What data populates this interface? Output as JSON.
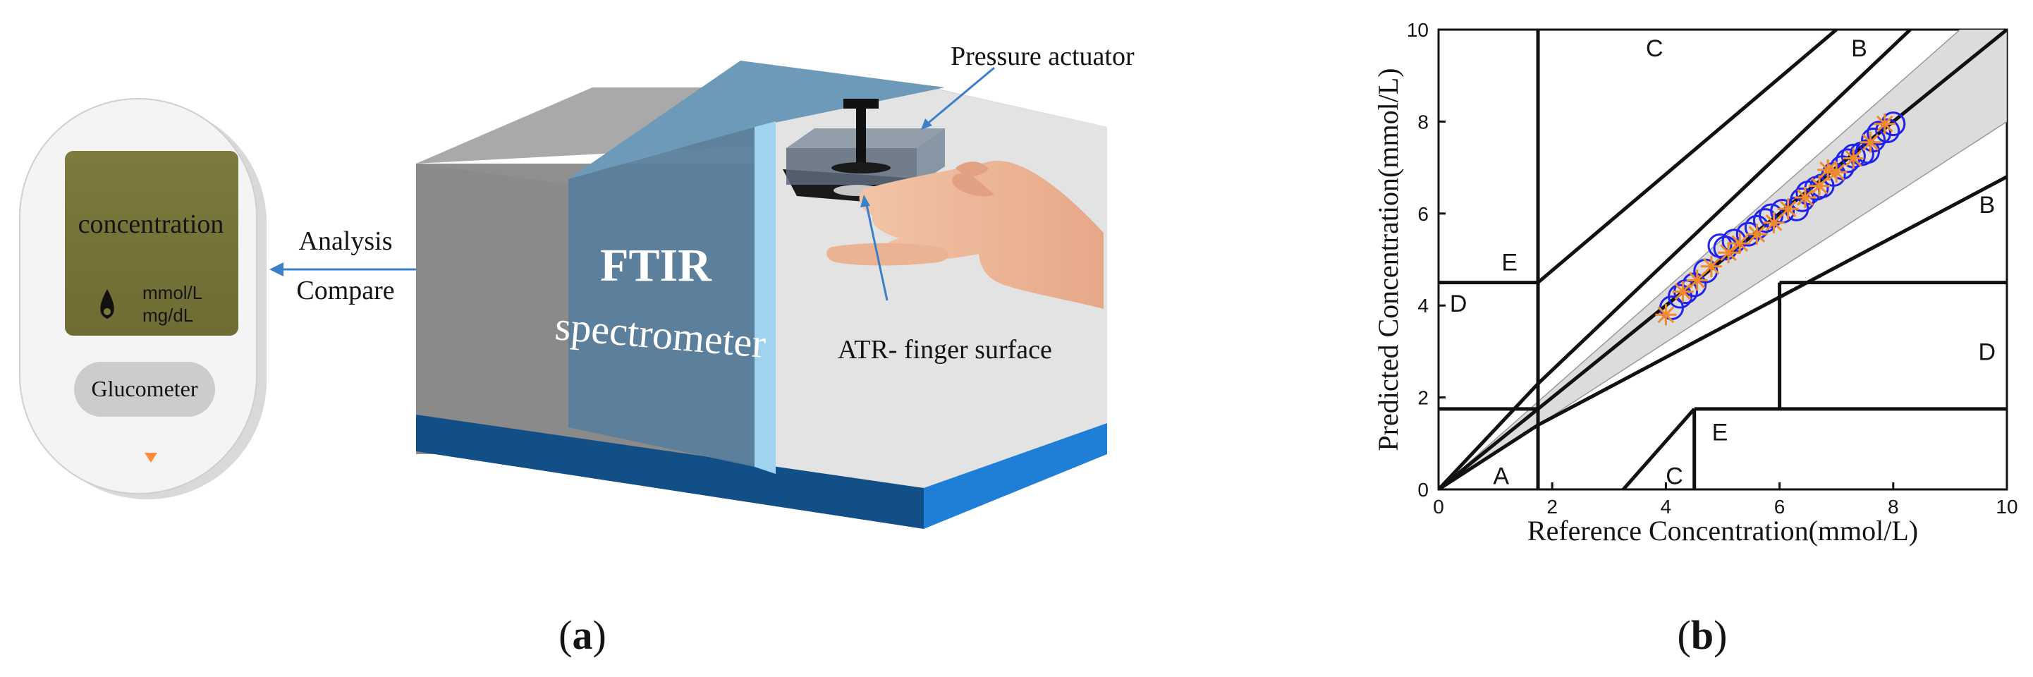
{
  "diagram": {
    "glucometer": {
      "screen_text": "concentration",
      "unit_mmol": "mmol/L",
      "unit_mg": "mg/dL",
      "button_label": "Glucometer"
    },
    "arrow_labels": {
      "top": "Analysis",
      "bottom": "Compare"
    },
    "spectrometer": {
      "title": "FTIR",
      "subtitle": "spectrometer"
    },
    "callouts": {
      "pressure": "Pressure actuator",
      "atr": "ATR- finger surface"
    },
    "panel_labels": {
      "a": "a",
      "b": "b"
    }
  },
  "chart_data": {
    "type": "scatter",
    "title": "",
    "xlabel": "Reference Concentration(mmol/L)",
    "ylabel": "Predicted Concentration(mmol/L)",
    "xlim": [
      0,
      10
    ],
    "ylim": [
      0,
      10
    ],
    "xticks": [
      0,
      2,
      4,
      6,
      8,
      10
    ],
    "yticks": [
      0,
      2,
      4,
      6,
      8,
      10
    ],
    "grid": false,
    "region_labels": [
      {
        "text": "C",
        "x": 3.8,
        "y": 9.6
      },
      {
        "text": "B",
        "x": 7.4,
        "y": 9.6
      },
      {
        "text": "B",
        "x": 9.65,
        "y": 6.2
      },
      {
        "text": "E",
        "x": 1.25,
        "y": 4.95
      },
      {
        "text": "D",
        "x": 0.35,
        "y": 4.05
      },
      {
        "text": "D",
        "x": 9.65,
        "y": 3.0
      },
      {
        "text": "E",
        "x": 4.95,
        "y": 1.25
      },
      {
        "text": "C",
        "x": 4.15,
        "y": 0.3
      },
      {
        "text": "A",
        "x": 1.1,
        "y": 0.3
      }
    ],
    "zone_lines": [
      [
        [
          0,
          1.75
        ],
        [
          1.75,
          1.75
        ]
      ],
      [
        [
          0,
          4.5
        ],
        [
          1.75,
          4.5
        ]
      ],
      [
        [
          1.75,
          0
        ],
        [
          1.75,
          10
        ]
      ],
      [
        [
          1.75,
          4.5
        ],
        [
          7.0,
          10
        ]
      ],
      [
        [
          0,
          0
        ],
        [
          1.75,
          2.3
        ]
      ],
      [
        [
          1.75,
          2.3
        ],
        [
          8.3,
          10
        ]
      ],
      [
        [
          0,
          0
        ],
        [
          10,
          10
        ]
      ],
      [
        [
          0,
          0
        ],
        [
          1.75,
          1.4
        ]
      ],
      [
        [
          1.75,
          1.4
        ],
        [
          10,
          6.8
        ]
      ],
      [
        [
          3.25,
          0
        ],
        [
          4.5,
          1.75
        ]
      ],
      [
        [
          4.5,
          0
        ],
        [
          4.5,
          1.75
        ]
      ],
      [
        [
          4.5,
          1.75
        ],
        [
          10,
          1.75
        ]
      ],
      [
        [
          6.0,
          1.75
        ],
        [
          6.0,
          4.5
        ]
      ],
      [
        [
          6.0,
          4.5
        ],
        [
          10,
          4.5
        ]
      ]
    ],
    "band": {
      "upper": [
        [
          0,
          0
        ],
        [
          10,
          10.9
        ]
      ],
      "lower": [
        [
          0,
          0
        ],
        [
          10,
          8.0
        ]
      ]
    },
    "series": [
      {
        "marker": "circle",
        "color": "#2222ee",
        "points": [
          [
            4.1,
            3.95
          ],
          [
            4.25,
            4.2
          ],
          [
            4.35,
            4.3
          ],
          [
            4.5,
            4.45
          ],
          [
            4.7,
            4.75
          ],
          [
            4.95,
            5.3
          ],
          [
            5.05,
            5.25
          ],
          [
            5.2,
            5.4
          ],
          [
            5.45,
            5.55
          ],
          [
            5.6,
            5.7
          ],
          [
            5.75,
            5.85
          ],
          [
            5.85,
            5.95
          ],
          [
            6.05,
            6.05
          ],
          [
            6.3,
            6.1
          ],
          [
            6.4,
            6.3
          ],
          [
            6.5,
            6.45
          ],
          [
            6.65,
            6.55
          ],
          [
            6.75,
            6.6
          ],
          [
            6.95,
            6.85
          ],
          [
            7.1,
            7.0
          ],
          [
            7.2,
            7.15
          ],
          [
            7.3,
            7.25
          ],
          [
            7.45,
            7.3
          ],
          [
            7.55,
            7.35
          ],
          [
            7.65,
            7.6
          ],
          [
            7.75,
            7.75
          ],
          [
            7.9,
            7.8
          ],
          [
            8.0,
            7.95
          ]
        ]
      },
      {
        "marker": "star",
        "color": "#f08a2a",
        "points": [
          [
            4.0,
            3.8
          ],
          [
            4.3,
            4.3
          ],
          [
            4.55,
            4.55
          ],
          [
            4.8,
            4.85
          ],
          [
            5.1,
            5.15
          ],
          [
            5.3,
            5.35
          ],
          [
            5.6,
            5.55
          ],
          [
            5.9,
            5.8
          ],
          [
            6.15,
            6.1
          ],
          [
            6.45,
            6.35
          ],
          [
            6.7,
            6.6
          ],
          [
            6.85,
            6.95
          ],
          [
            7.0,
            6.9
          ],
          [
            7.3,
            7.2
          ],
          [
            7.6,
            7.55
          ],
          [
            7.85,
            7.95
          ]
        ]
      }
    ]
  }
}
